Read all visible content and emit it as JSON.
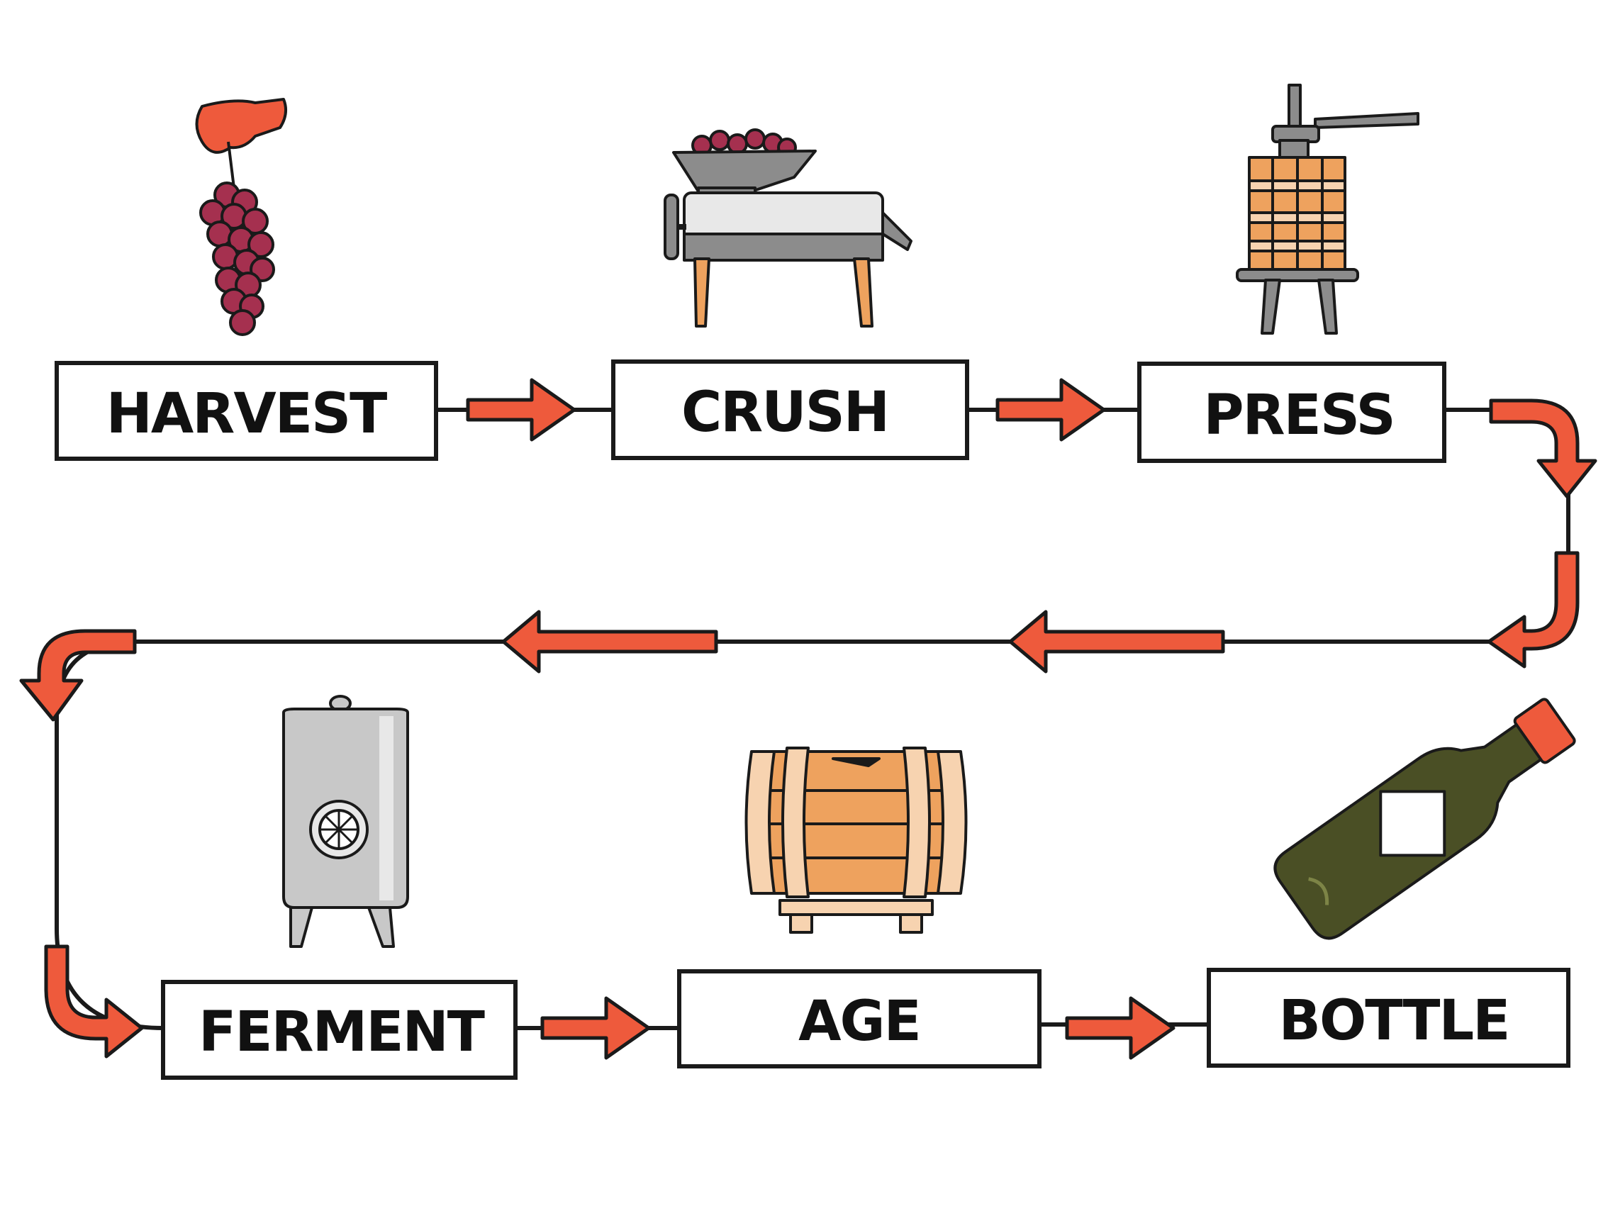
{
  "steps": [
    {
      "label": "HARVEST",
      "icon": "grape-harvest-icon"
    },
    {
      "label": "CRUSH",
      "icon": "crusher-icon"
    },
    {
      "label": "PRESS",
      "icon": "wine-press-icon"
    },
    {
      "label": "FERMENT",
      "icon": "fermentation-tank-icon"
    },
    {
      "label": "AGE",
      "icon": "barrel-icon"
    },
    {
      "label": "BOTTLE",
      "icon": "wine-bottle-icon"
    }
  ],
  "colors": {
    "arrow": "#ee5a3c",
    "outline": "#1a1a1a",
    "grape": "#a5304f",
    "steel": "#c8c8c8",
    "wood": "#eea25e",
    "bottle": "#4a4f25"
  }
}
